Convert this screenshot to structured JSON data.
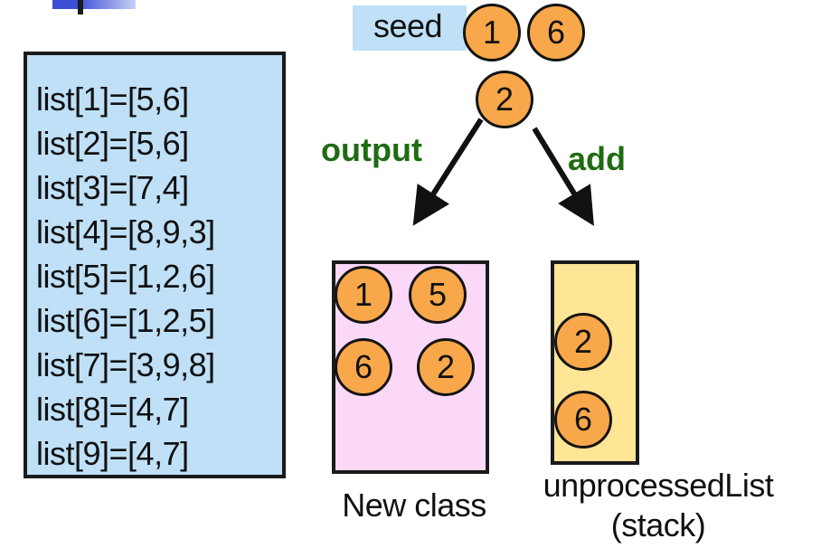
{
  "list_panel": {
    "lines": [
      "list[1]=[5,6]",
      "list[2]=[5,6]",
      "list[3]=[7,4]",
      "list[4]=[8,9,3]",
      "list[5]=[1,2,6]",
      "list[6]=[1,2,5]",
      "list[7]=[3,9,8]",
      "list[8]=[4,7]",
      "list[9]=[4,7]"
    ]
  },
  "seed": {
    "label": "seed",
    "nodes": [
      "1",
      "6"
    ]
  },
  "current_node": "2",
  "edges": {
    "output_label": "output",
    "add_label": "add"
  },
  "new_class": {
    "nodes": [
      "1",
      "5",
      "6",
      "2"
    ],
    "caption": "New class"
  },
  "unprocessed": {
    "nodes": [
      "2",
      "6"
    ],
    "caption_line1": "unprocessedList",
    "caption_line2": "(stack)"
  },
  "colors": {
    "node_fill": "#f8a84a",
    "list_panel_fill": "#bfe0f7",
    "new_class_fill": "#fbd8f8",
    "stack_fill": "#ffe596",
    "edge_label": "#1f6b12"
  }
}
